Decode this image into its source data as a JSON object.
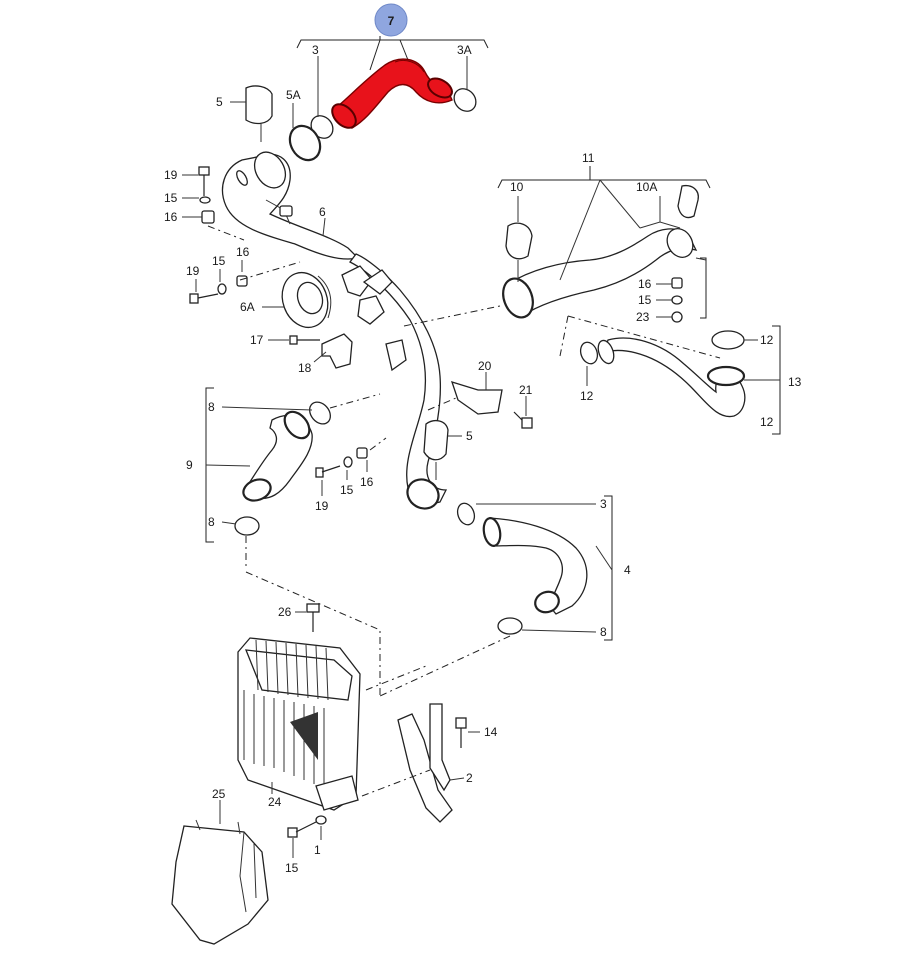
{
  "badge": {
    "label": "7",
    "color": "#8fa6df"
  },
  "highlight_color": "#e8121b",
  "callouts": [
    "7",
    "3",
    "3A",
    "5",
    "5A",
    "19",
    "15",
    "16",
    "6",
    "16",
    "15",
    "19",
    "6A",
    "17",
    "18",
    "11",
    "10",
    "10A",
    "16",
    "15",
    "23",
    "12",
    "12",
    "13",
    "12",
    "20",
    "21",
    "8",
    "9",
    "8",
    "15",
    "16",
    "19",
    "5",
    "3",
    "4",
    "8",
    "26",
    "14",
    "2",
    "24",
    "1",
    "15",
    "25"
  ]
}
